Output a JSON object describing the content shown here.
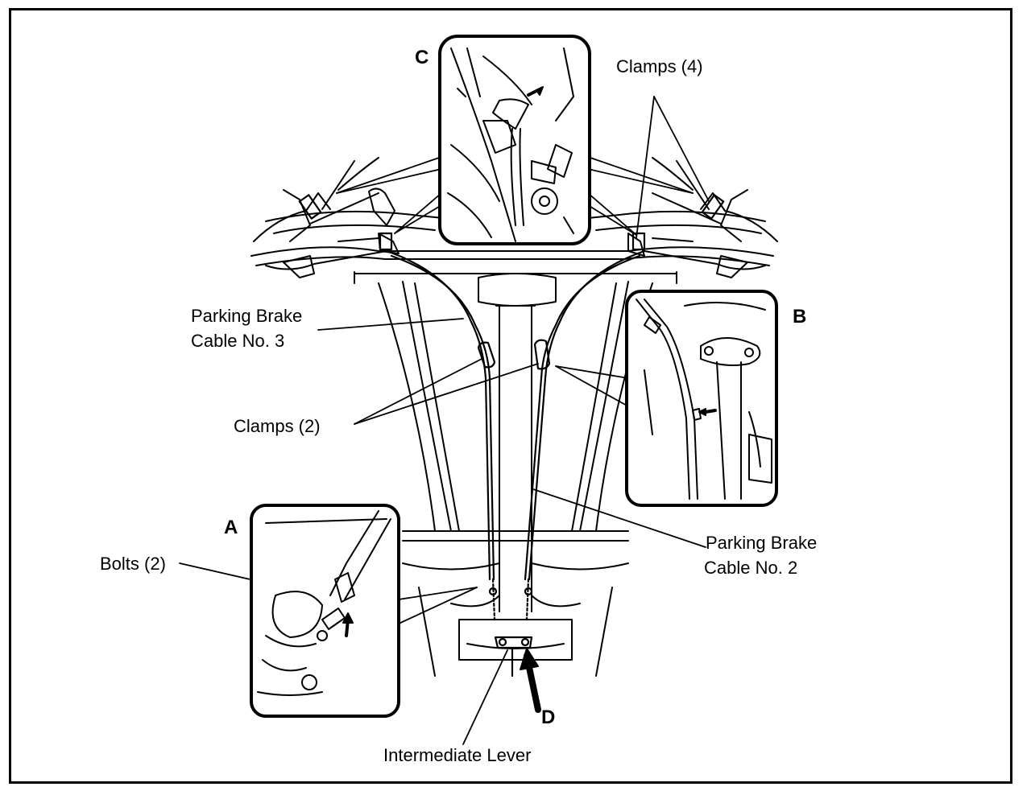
{
  "labels": {
    "clamps_top": "Clamps (4)",
    "pb_cable3_line1": "Parking Brake",
    "pb_cable3_line2": "Cable No. 3",
    "clamps_mid": "Clamps (2)",
    "bolts": "Bolts (2)",
    "pb_cable2_line1": "Parking Brake",
    "pb_cable2_line2": "Cable No. 2",
    "intermediate_lever": "Intermediate Lever"
  },
  "callouts": {
    "a": "A",
    "b": "B",
    "c": "C",
    "d": "D"
  },
  "colors": {
    "ink": "#000000",
    "paper": "#ffffff"
  }
}
